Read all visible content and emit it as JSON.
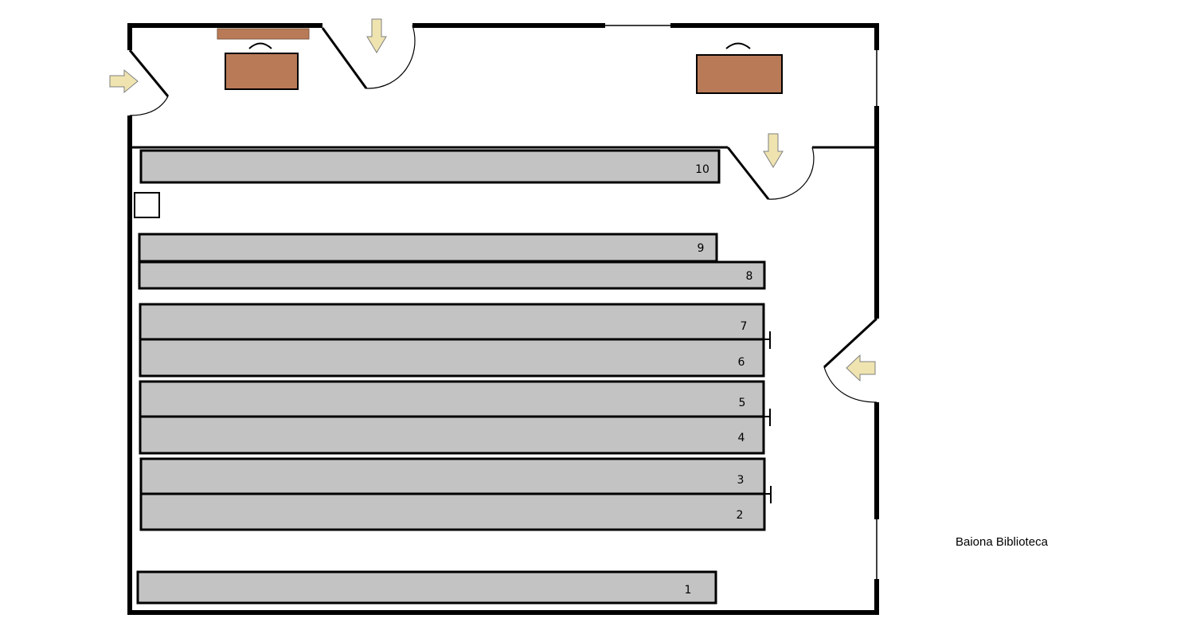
{
  "caption": "Baiona Biblioteca",
  "colors": {
    "wall": "#000000",
    "shelf": "#c3c3c3",
    "desk": "#b97a57",
    "arrow": "#efe4b0",
    "arrow_outline": "#7f7f7f"
  },
  "shelves": [
    {
      "id": "10",
      "label": "10"
    },
    {
      "id": "9",
      "label": "9"
    },
    {
      "id": "8",
      "label": "8"
    },
    {
      "id": "7",
      "label": "7"
    },
    {
      "id": "6",
      "label": "6"
    },
    {
      "id": "5",
      "label": "5"
    },
    {
      "id": "4",
      "label": "4"
    },
    {
      "id": "3",
      "label": "3"
    },
    {
      "id": "2",
      "label": "2"
    },
    {
      "id": "1",
      "label": "1"
    }
  ],
  "icons": {
    "entrance_arrows": [
      "arrow-right-icon",
      "arrow-down-icon",
      "arrow-down-icon",
      "arrow-left-icon"
    ],
    "desks": [
      "desk-icon",
      "desk-icon"
    ]
  }
}
